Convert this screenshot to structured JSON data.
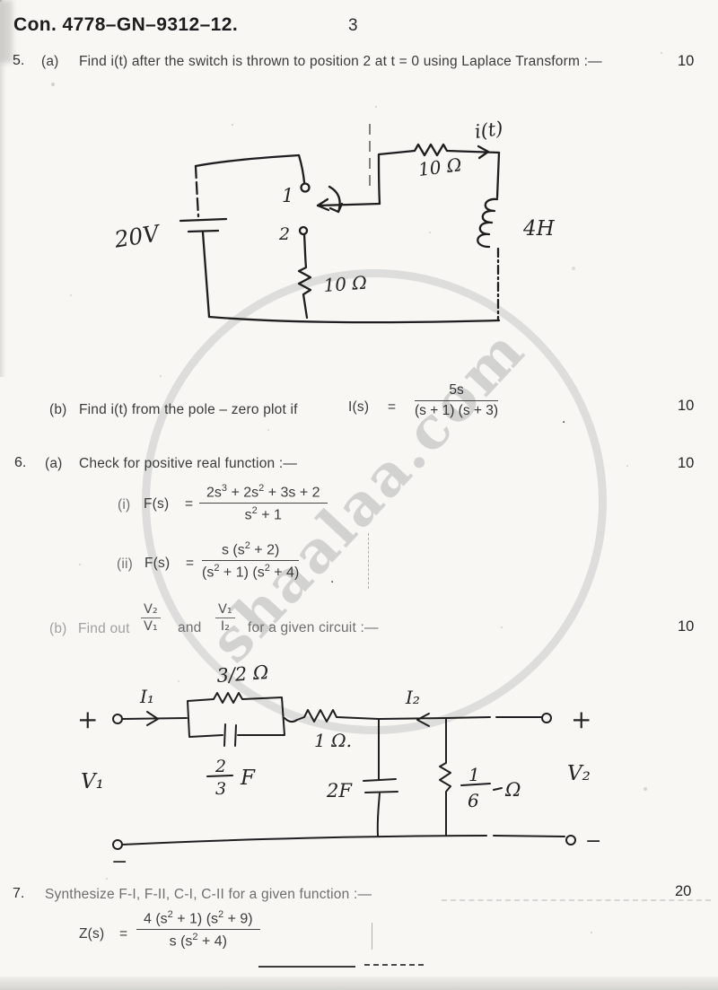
{
  "header": {
    "exam_code": "Con. 4778–GN–9312–12.",
    "page_number": "3"
  },
  "watermark": {
    "text": "shaalaa.com"
  },
  "q5a": {
    "q_no": "5.",
    "part": "(a)",
    "text": "Find i(t) after the switch is thrown to position 2 at t = 0 using Laplace Transform :—",
    "marks": "10"
  },
  "q5b": {
    "part": "(b)",
    "text": "Find i(t) from the pole – zero plot if",
    "lhs": "I(s)",
    "eq": "=",
    "num": "5s",
    "den": "(s + 1)  (s + 3)",
    "period": ".",
    "marks": "10"
  },
  "q6a": {
    "q_no": "6.",
    "part": "(a)",
    "text": "Check for positive real function :—",
    "marks": "10",
    "fi": {
      "label": "(i)",
      "lhs": "F(s)",
      "eq": "=",
      "num": [
        [
          "2s",
          "3"
        ],
        [
          " + 2s",
          "2"
        ],
        [
          " + 3s + 2",
          null
        ]
      ],
      "den": [
        [
          "s",
          "2"
        ],
        [
          " + 1",
          null
        ]
      ]
    },
    "fii": {
      "label": "(ii)",
      "lhs": "F(s)",
      "eq": "=",
      "num": [
        [
          "s (s",
          "2"
        ],
        [
          " + 2)",
          null
        ]
      ],
      "den": [
        [
          "(s",
          "2"
        ],
        [
          " + 1) (s",
          "2"
        ],
        [
          " + 4)",
          null
        ]
      ],
      "period": "."
    }
  },
  "q6b": {
    "part": "(b)",
    "lead": "Find out",
    "frac1_num": "V₂",
    "frac1_den": "V₁",
    "mid": "and",
    "frac2_num": "V₁",
    "frac2_den": "I₂",
    "tail": "for a given circuit :—",
    "marks": "10"
  },
  "q7": {
    "q_no": "7.",
    "text": "Synthesize F-I, F-II, C-I, C-II for a given function :—",
    "marks": "20",
    "z": {
      "lhs": "Z(s)",
      "eq": "=",
      "num": [
        [
          "4 (s",
          "2"
        ],
        [
          " + 1) (s",
          "2"
        ],
        [
          " + 9)",
          null
        ]
      ],
      "den": [
        [
          "s (s",
          "2"
        ],
        [
          " + 4)",
          null
        ]
      ]
    }
  },
  "circuit1": {
    "source_label": "20V",
    "switch_pos1": "1",
    "switch_pos2": "2",
    "shunt_resistor": "10 Ω",
    "top_resistor": "10 Ω",
    "current_label": "i(t)",
    "inductor_label": "4H"
  },
  "circuit2": {
    "plus_left": "+",
    "plus_right": "+",
    "minus_left": "−",
    "minus_right": "−",
    "i1_label": "I₁",
    "i2_label": "I₂",
    "v1_label": "V₁",
    "v2_label": "V₂",
    "parallel_resistor": "3/2 Ω",
    "parallel_cap_num": "2",
    "parallel_cap_den": "3",
    "parallel_cap_unit": "F",
    "series_resistor": "1 Ω.",
    "shunt_cap": "2F",
    "shunt_resistor_num": "1",
    "shunt_resistor_den": "6",
    "shunt_resistor_unit": "Ω"
  }
}
